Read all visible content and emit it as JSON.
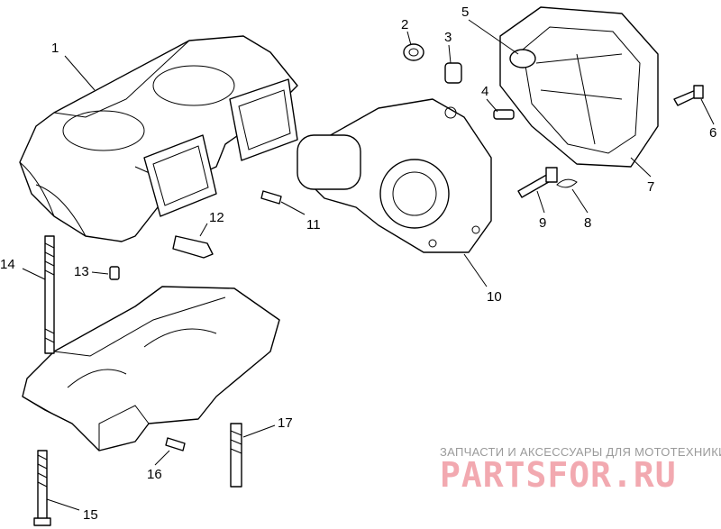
{
  "callouts": [
    {
      "id": "1",
      "label": "1"
    },
    {
      "id": "2",
      "label": "2"
    },
    {
      "id": "3",
      "label": "3"
    },
    {
      "id": "4",
      "label": "4"
    },
    {
      "id": "5",
      "label": "5"
    },
    {
      "id": "6",
      "label": "6"
    },
    {
      "id": "7",
      "label": "7"
    },
    {
      "id": "8",
      "label": "8"
    },
    {
      "id": "9",
      "label": "9"
    },
    {
      "id": "10",
      "label": "10"
    },
    {
      "id": "11",
      "label": "11"
    },
    {
      "id": "12",
      "label": "12"
    },
    {
      "id": "13",
      "label": "13"
    },
    {
      "id": "14",
      "label": "14"
    },
    {
      "id": "15",
      "label": "15"
    },
    {
      "id": "16",
      "label": "16"
    },
    {
      "id": "17",
      "label": "17"
    }
  ],
  "watermark": {
    "tagline": "ЗАПЧАСТИ И АКСЕССУАРЫ ДЛЯ МОТОТЕХНИКИ",
    "logo": "PARTSFOR.RU",
    "logo_color": "#f2a9b0",
    "tagline_color": "#9a9a9a"
  }
}
